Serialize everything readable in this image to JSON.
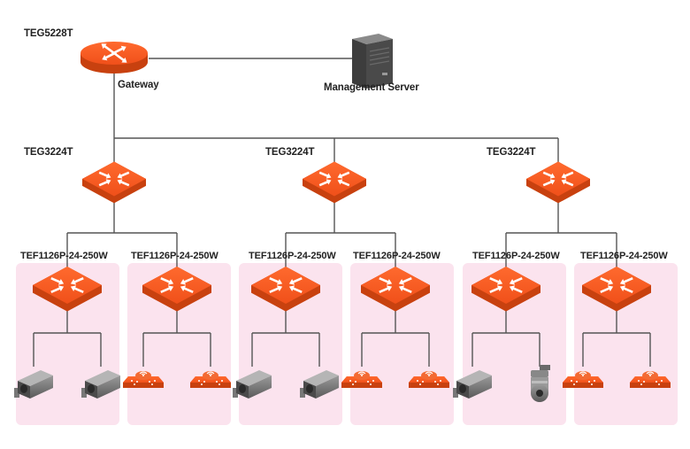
{
  "diagram": {
    "colors": {
      "device": "#f0541e",
      "device_dark": "#c8410f",
      "group_bg": "#fbe3ee",
      "line": "#555555",
      "server": "#4a4a4a"
    },
    "core": {
      "model": "TEG5228T",
      "role": "Gateway",
      "icon": "router-icon"
    },
    "server": {
      "label": "Management Server",
      "icon": "server-icon"
    },
    "aggregation": [
      {
        "model": "TEG3224T",
        "icon": "switch-icon"
      },
      {
        "model": "TEG3224T",
        "icon": "switch-icon"
      },
      {
        "model": "TEG3224T",
        "icon": "switch-icon"
      }
    ],
    "access": [
      {
        "model": "TEF1126P-24-250W",
        "endpoints": [
          "camera-icon",
          "camera-icon"
        ]
      },
      {
        "model": "TEF1126P-24-250W",
        "endpoints": [
          "access-point-icon",
          "access-point-icon"
        ]
      },
      {
        "model": "TEF1126P-24-250W",
        "endpoints": [
          "camera-icon",
          "camera-icon"
        ]
      },
      {
        "model": "TEF1126P-24-250W",
        "endpoints": [
          "access-point-icon",
          "access-point-icon"
        ]
      },
      {
        "model": "TEF1126P-24-250W",
        "endpoints": [
          "camera-icon",
          "dome-camera-icon"
        ]
      },
      {
        "model": "TEF1126P-24-250W",
        "endpoints": [
          "access-point-icon",
          "access-point-icon"
        ]
      }
    ]
  }
}
